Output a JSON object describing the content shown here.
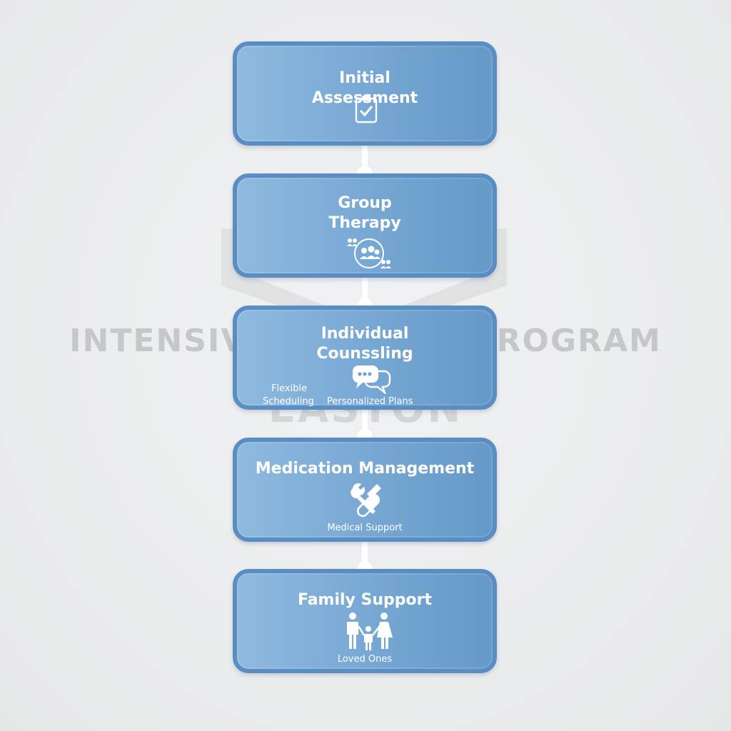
{
  "watermark": {
    "title": "INTENSIVE OUTS    INT PROGRAM",
    "subtitle": "EASTON"
  },
  "steps": [
    {
      "title_line1": "Initial",
      "title_line2": "Assessment",
      "icon": "clipboard-check-icon"
    },
    {
      "title_line1": "Group",
      "title_line2": "Therapy",
      "icon": "group-cycle-icon"
    },
    {
      "title_line1": "Individual",
      "title_line2": "Counssling",
      "icon": "chat-bubbles-icon",
      "note_left_line1": "Flexible",
      "note_left_line2": "Scheduling",
      "note_right": "Personalized Plans"
    },
    {
      "title": "Medication Management",
      "icon": "pill-wrench-icon",
      "note": "Medical Support"
    },
    {
      "title": "Family Support",
      "icon": "family-icon",
      "note": "Loved Ones"
    }
  ],
  "colors": {
    "box_border": "#5a8dc2",
    "box_fill_light": "#8fbadf",
    "box_fill_dark": "#6599c7",
    "connector": "#ffffff",
    "watermark": "#c6c7c8"
  }
}
